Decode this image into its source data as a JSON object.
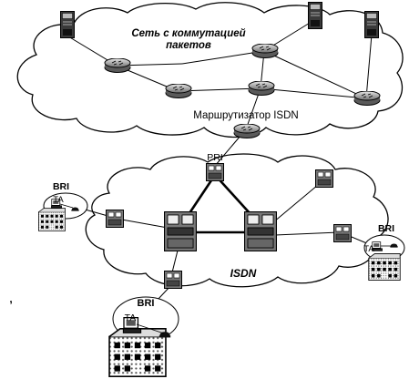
{
  "packet_network": {
    "title_line1": "Сеть с коммутацией",
    "title_line2": "пакетов"
  },
  "router_label": "Маршрутизатор ISDN",
  "pri_label": "PRI",
  "isdn_label": "ISDN",
  "bri_left": {
    "bri": "BRI",
    "ta": "TA"
  },
  "bri_right": {
    "bri": "BRI",
    "ta": "TA"
  },
  "bri_bottom": {
    "bri": "BRI",
    "ta": "TA"
  },
  "margin_mark": ","
}
